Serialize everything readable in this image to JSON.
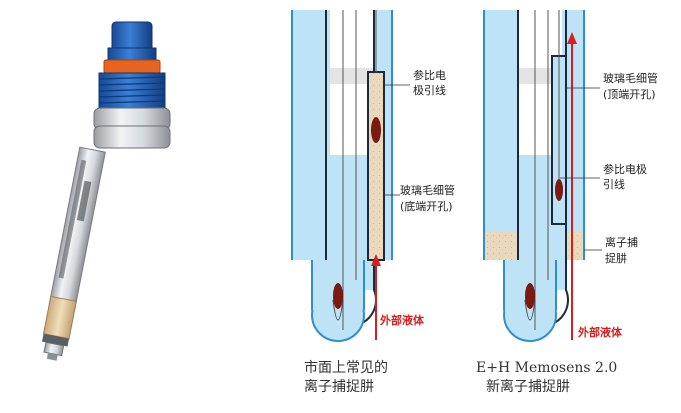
{
  "colors": {
    "blue_fill": "#bfe3f6",
    "wall_blue": "#2e8fd0",
    "sand": "#ead9bc",
    "red": "#d81e1e",
    "dark_red": "#7a1a10",
    "probe_blue": "#1f5fb6",
    "probe_orange": "#e8641e"
  },
  "left_diagram": {
    "label_reference_lead_line1": "参比电",
    "label_reference_lead_line2": "极引线",
    "label_capillary_line1": "玻璃毛细管",
    "label_capillary_line2": "(底端开孔)",
    "label_external_liquid": "外部液体",
    "caption_line1": "市面上常见的",
    "caption_line2": "离子捕捉肼"
  },
  "right_diagram": {
    "label_capillary_line1": "玻璃毛细管",
    "label_capillary_line2": "(顶端开孔)",
    "label_reference_lead_line1": "参比电极",
    "label_reference_lead_line2": "引线",
    "label_ion_trap_line1": "离子捕",
    "label_ion_trap_line2": "捉肼",
    "label_external_liquid": "外部液体",
    "caption_line1": "E+H Memosens 2.0",
    "caption_line2": "新离子捕捉肼"
  },
  "icons": [
    "ph-sensor-probe",
    "arrow-up-icon"
  ]
}
